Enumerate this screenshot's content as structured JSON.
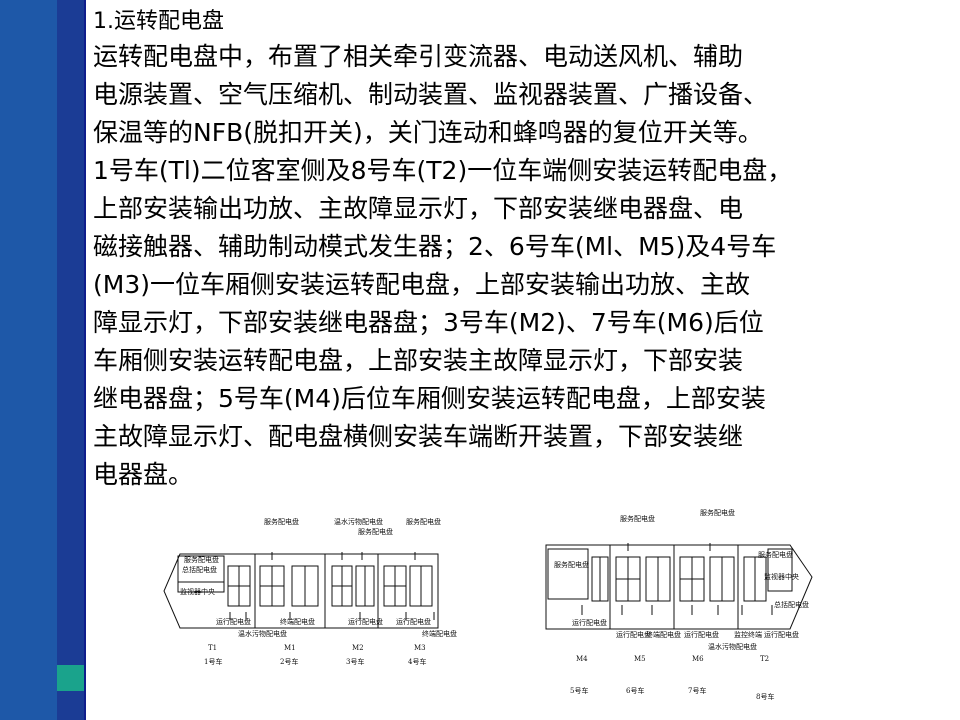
{
  "slide": {
    "heading": "1.运转配电盘",
    "paragraph_lines": [
      "运转配电盘中，布置了相关牵引变流器、电动送风机、辅助",
      "电源装置、空气压缩机、制动装置、监视器装置、广播设备、",
      "保温等的NFB(脱扣开关)，关门连动和蜂鸣器的复位开关等。",
      "1号车(Tl)二位客室侧及8号车(T2)一位车端侧安装运转配电盘，",
      "上部安装输出功放、主故障显示灯，下部安装继电器盘、电",
      "磁接触器、辅助制动模式发生器；2、6号车(Ml、M5)及4号车",
      "(M3)一位车厢侧安装运转配电盘，上部安装输出功放、主故",
      "障显示灯，下部安装继电器盘；3号车(M2)、7号车(M6)后位",
      "车厢侧安装运转配电盘，上部安装主故障显示灯，下部安装",
      "继电器盘；5号车(M4)后位车厢侧安装运转配电盘，上部安装",
      "主故障显示灯、配电盘横侧安装车端断开装置，下部安装继",
      "电器盘。"
    ]
  },
  "diagram_left": {
    "cab_labels": [
      "服务配电盘",
      "总括配电盘",
      "监视器中央"
    ],
    "top_labels": [
      "服务配电盘",
      "温水污物配电盘",
      "服务配电盘",
      "服务配电盘"
    ],
    "bottom_labels": [
      "运行配电盘",
      "温水污物配电盘",
      "终端配电盘",
      "运行配电盘",
      "运行配电盘",
      "终端配电盘"
    ],
    "car_codes": [
      "T1",
      "M1",
      "M2",
      "M3"
    ],
    "car_names": [
      "1号车",
      "2号车",
      "3号车",
      "4号车"
    ]
  },
  "diagram_right": {
    "left_labels": [
      "服务配电盘"
    ],
    "top_labels": [
      "服务配电盘",
      "服务配电盘"
    ],
    "cab_labels": [
      "服务配电盘",
      "监视器中央",
      "总括配电盘"
    ],
    "bottom_labels": [
      "运行配电盘",
      "运行配电盘",
      "终端配电盘",
      "运行配电盘",
      "温水污物配电盘",
      "监控终端",
      "运行配电盘"
    ],
    "car_codes": [
      "M4",
      "M5",
      "M6",
      "T2"
    ],
    "car_names": [
      "5号车",
      "6号车",
      "7号车",
      "8号车"
    ]
  },
  "colors": {
    "left_bar": "#1e58a8",
    "accent_dark": "#1b3c95",
    "accent_teal": "#1aa38c",
    "divider": "#0f1e8c"
  }
}
